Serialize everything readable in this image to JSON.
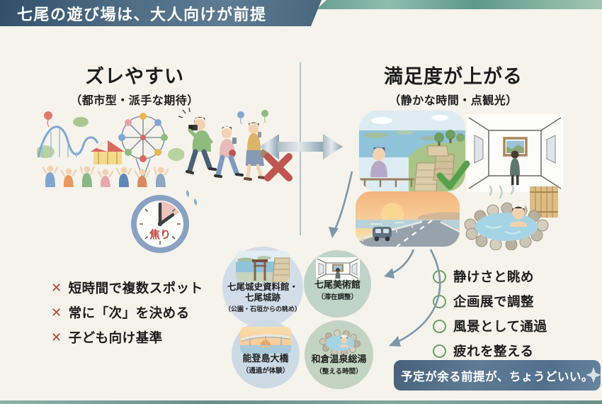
{
  "title": "七尾の遊び場は、大人向けが前提",
  "left_column": {
    "heading": "ズレやすい",
    "subheading": "（都市型・派手な期待）",
    "clock_label": "焦り",
    "items": [
      "短時間で複数スポット",
      "常に「次」を決める",
      "子ども向け基準"
    ]
  },
  "right_column": {
    "heading": "満足度が上がる",
    "subheading": "（静かな時間・点観光）",
    "items": [
      "静けさと眺め",
      "企画展で調整",
      "風景として通過",
      "疲れを整える"
    ]
  },
  "spots": [
    {
      "name": [
        "七尾城史資料館・",
        "七尾城跡"
      ],
      "note": "（公園・石垣からの眺め）"
    },
    {
      "name": [
        "七尾美術館"
      ],
      "note": "（滞在調整）"
    },
    {
      "name": [
        "能登島大橋"
      ],
      "note": "（通過が体験）"
    },
    {
      "name": [
        "和倉温泉総湯"
      ],
      "note": "（整える時間）"
    }
  ],
  "footer": {
    "message": "予定が余る前提が、ちょうどいい。"
  },
  "markers": {
    "cross": "✕"
  },
  "colors": {
    "banner": "#4c6a81",
    "top_strip_teal": "#6ba092",
    "accent_red": "#c1554f",
    "accent_green": "#57a04c",
    "list_cross_red": "#b5413c",
    "list_circle_green": "#6f9f63",
    "circle_blue": "#d2dde8",
    "circle_green": "#bfd3c8",
    "arrow_blue": "#7b98ab",
    "background": "#f5f3ec"
  }
}
